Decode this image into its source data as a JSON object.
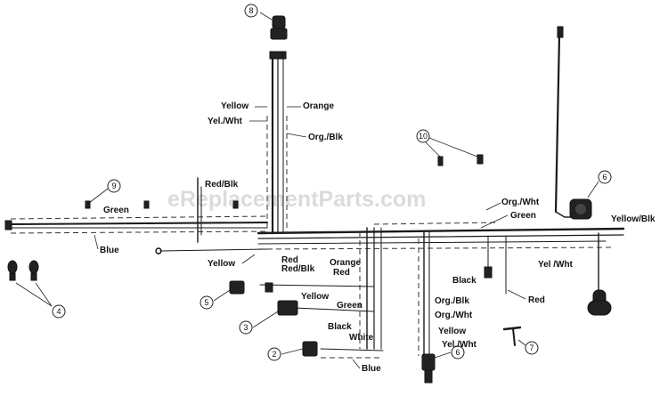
{
  "watermark": "eReplacementParts.com",
  "wire_labels": {
    "yellow_top": "Yellow",
    "orange_top": "Orange",
    "yel_wht_top": "Yel./Wht",
    "org_blk_top": "Org./Blk",
    "red_blk_left": "Red/Blk",
    "green_left": "Green",
    "blue_left": "Blue",
    "yellow_mid": "Yellow",
    "red_mid": "Red",
    "red_blk_mid": "Red/Blk",
    "orange_mid": "Orange",
    "red_mid2": "Red",
    "yellow_mid2": "Yellow",
    "green_mid": "Green",
    "black_mid": "Black",
    "white_mid": "White",
    "blue_bottom": "Blue",
    "org_wht_right": "Org./Wht",
    "green_right": "Green",
    "yellow_blk_right": "Yellow/Blk",
    "yel_wht_right": "Yel /Wht",
    "black_right": "Black",
    "red_right": "Red",
    "org_blk_low": "Org./Blk",
    "org_wht_low": "Org./Wht",
    "yellow_low": "Yellow",
    "yel_wht_low": "Yel./Wht"
  },
  "callouts": [
    "2",
    "3",
    "4",
    "5",
    "6",
    "6",
    "7",
    "8",
    "9",
    "10"
  ],
  "colors": {
    "ink": "#1a1a1a",
    "watermark": "#cfcfcf",
    "paper": "#ffffff"
  }
}
